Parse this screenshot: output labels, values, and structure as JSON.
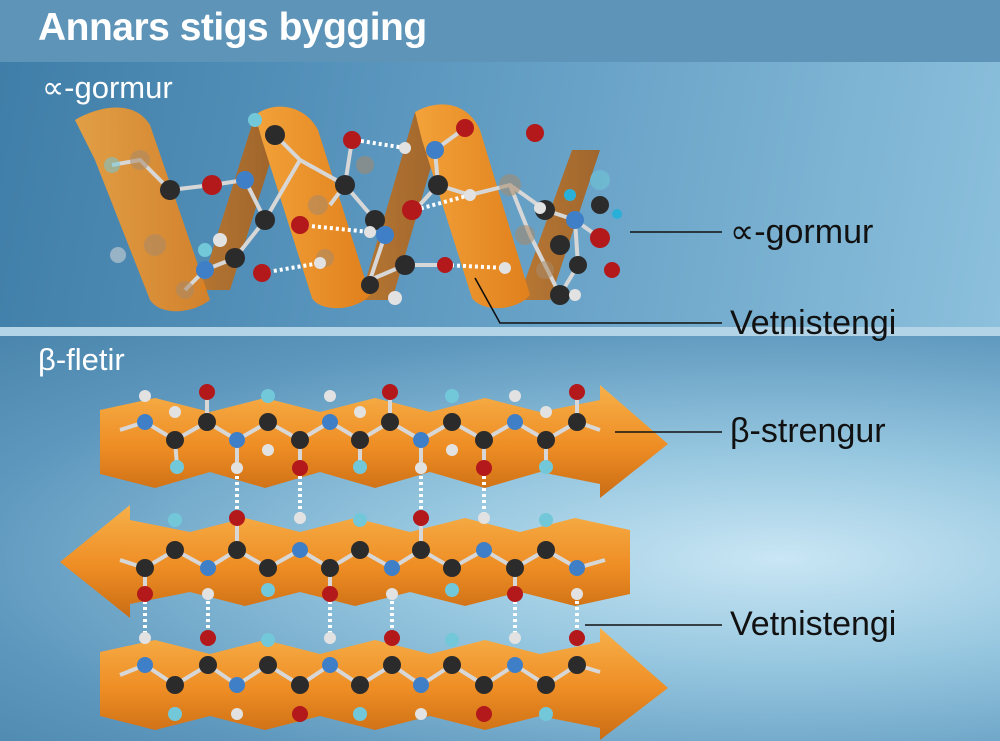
{
  "title": "Annars stigs bygging",
  "alpha_section": {
    "heading": "∝-gormur",
    "labels": {
      "helix": "∝-gormur",
      "hydrogen_bond": "Vetnistengi"
    }
  },
  "beta_section": {
    "heading": "β-fletir",
    "labels": {
      "strand": "β-strengur",
      "hydrogen_bond": "Vetnistengi"
    }
  },
  "colors": {
    "ribbon": "#f0962a",
    "carbon": "#2b2b2b",
    "oxygen": "#b3181b",
    "nitrogen": "#3f7fc8",
    "hydrogen": "#e2e2e2",
    "side_chain": "#72c8d8"
  }
}
